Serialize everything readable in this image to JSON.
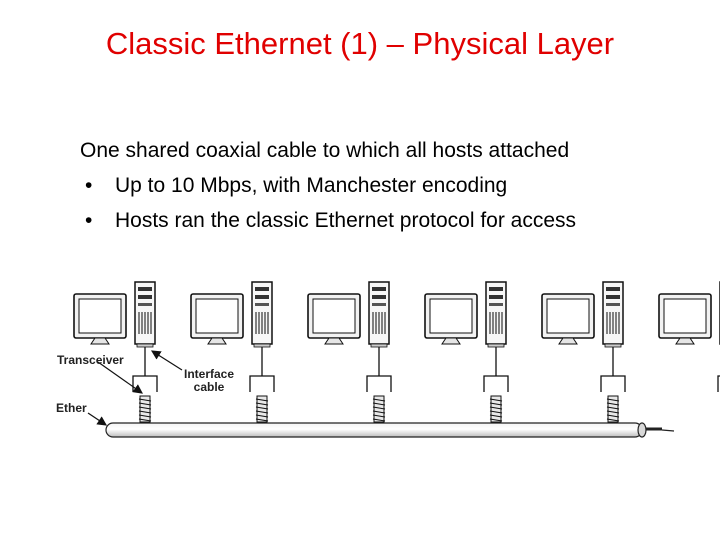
{
  "slide": {
    "title": "Classic Ethernet (1) – Physical Layer",
    "intro": "One shared coaxial cable to which all hosts attached",
    "bullets": [
      {
        "marker": "•",
        "text": "Up to 10 Mbps, with Manchester encoding"
      },
      {
        "marker": "•",
        "text": "Hosts ran the classic Ethernet protocol for access"
      }
    ]
  },
  "diagram": {
    "hosts": [
      "host-1",
      "host-2",
      "host-3",
      "host-4",
      "host-5",
      "host-6"
    ],
    "labels": {
      "transceiver": "Transceiver",
      "interface_line1": "Interface",
      "interface_line2": "cable",
      "ether": "Ether"
    }
  }
}
